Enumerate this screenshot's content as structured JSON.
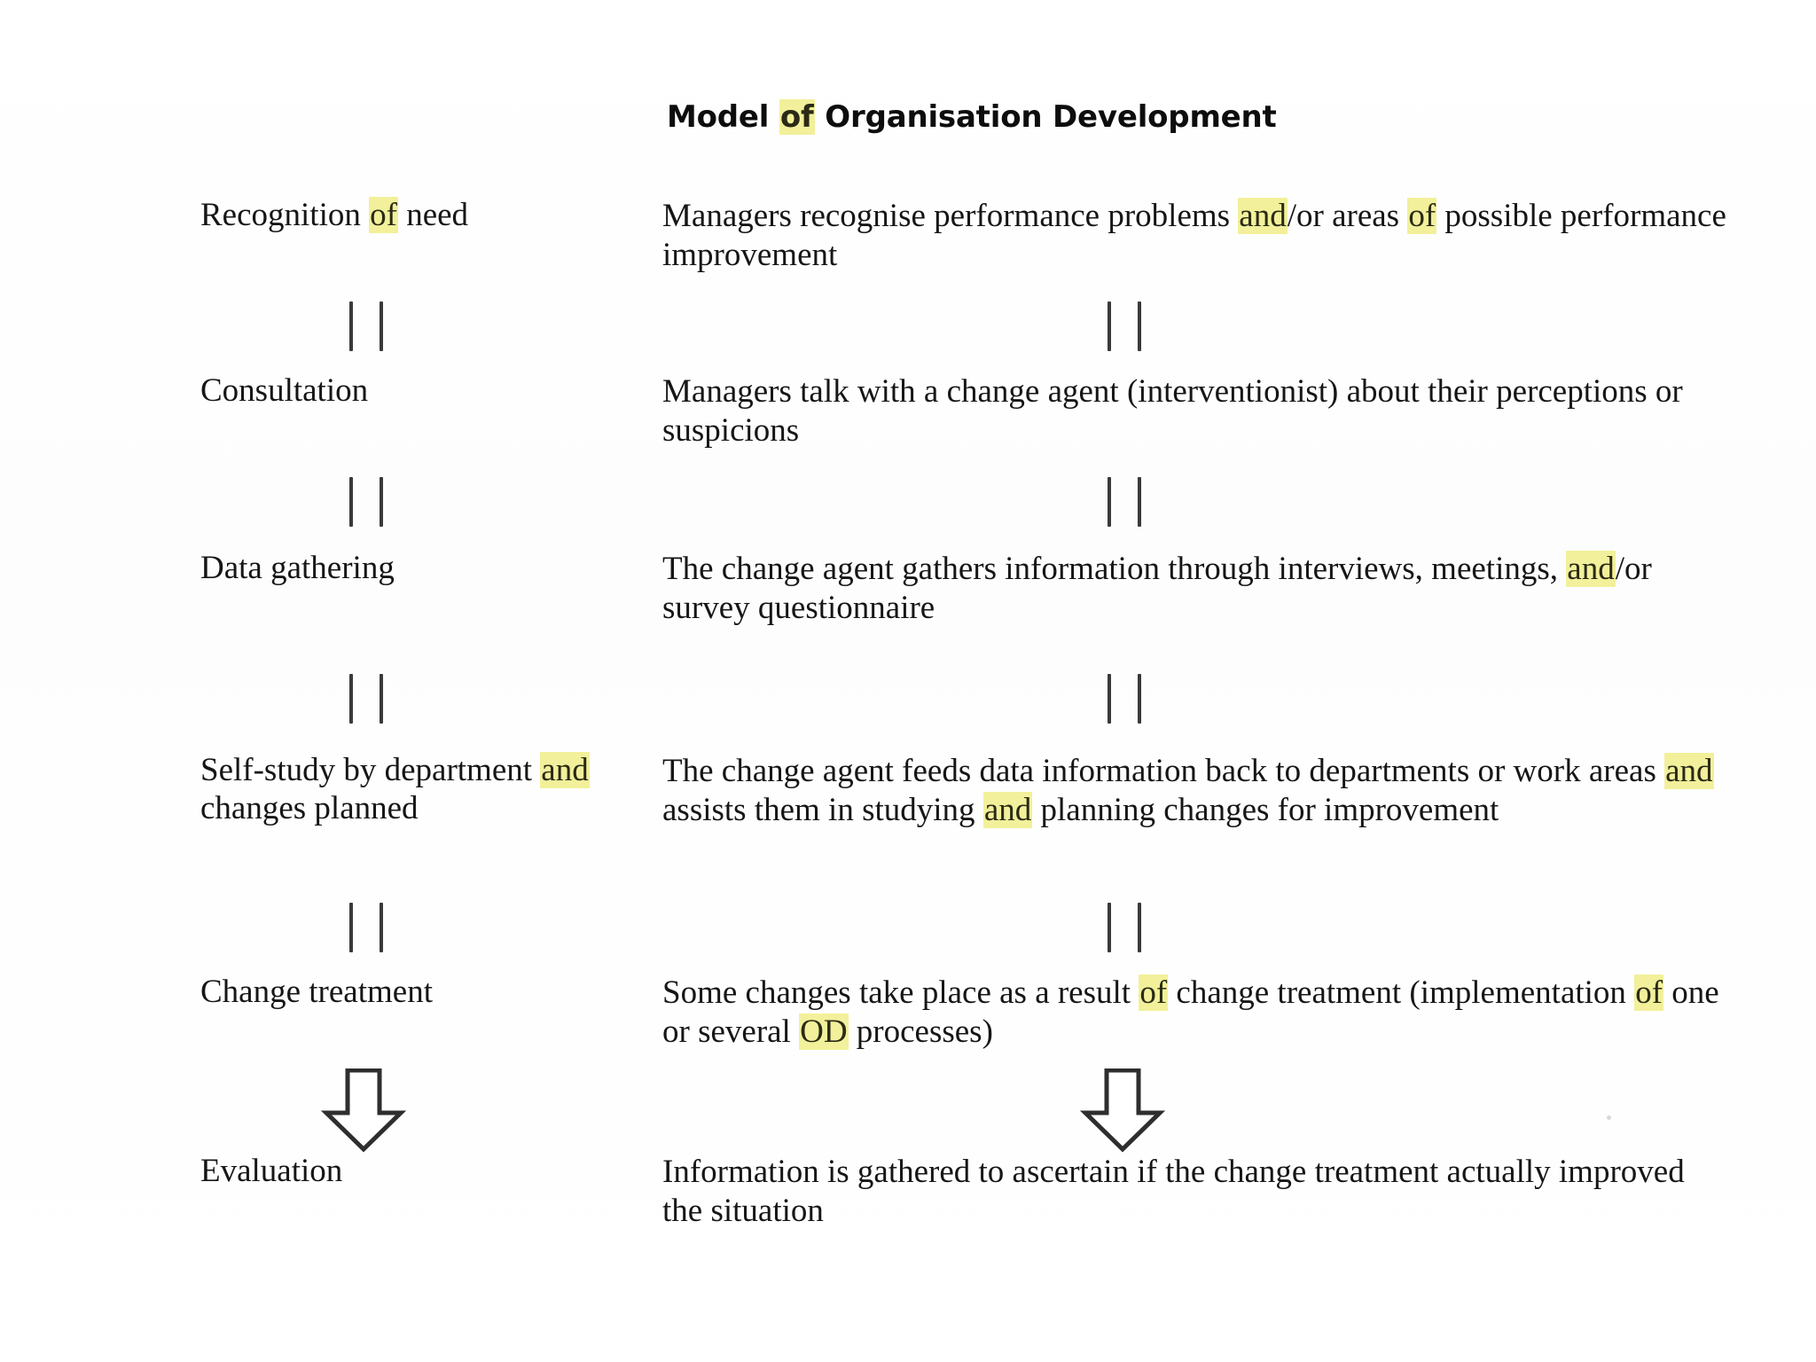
{
  "document": {
    "title": "Model of Organisation Development",
    "title_parts": [
      {
        "text": "Model ",
        "highlight": false
      },
      {
        "text": "of",
        "highlight": true
      },
      {
        "text": " Organisation Development",
        "highlight": false
      }
    ],
    "highlight_color": "#f2f09a",
    "text_color": "#161616",
    "background_color": "#ffffff"
  },
  "columns": {
    "stage_header": "",
    "description_header": ""
  },
  "connectors": {
    "line_style": "double-vertical-bar",
    "final_style": "block-down-arrow",
    "count_between_stages": 4,
    "arrow_count": 2
  },
  "stages": [
    {
      "id": "recognition-of-need",
      "stage_parts": [
        {
          "text": "Recognition ",
          "highlight": false
        },
        {
          "text": "of",
          "highlight": true
        },
        {
          "text": " need",
          "highlight": false
        }
      ],
      "stage_plain": "Recognition of need",
      "description_parts": [
        {
          "text": "Managers recognise performance problems ",
          "highlight": false
        },
        {
          "text": "and",
          "highlight": true
        },
        {
          "text": "/or areas ",
          "highlight": false
        },
        {
          "text": "of",
          "highlight": true
        },
        {
          "text": " possible performance improvement",
          "highlight": false
        }
      ],
      "description_plain": "Managers recognise performance problems and/or areas of possible performance improvement"
    },
    {
      "id": "consultation",
      "stage_parts": [
        {
          "text": "Consultation",
          "highlight": false
        }
      ],
      "stage_plain": "Consultation",
      "description_parts": [
        {
          "text": "Managers talk with a change agent (interventionist) about their perceptions or suspicions",
          "highlight": false
        }
      ],
      "description_plain": "Managers talk with a change agent (interventionist) about their perceptions or suspicions"
    },
    {
      "id": "data-gathering",
      "stage_parts": [
        {
          "text": "Data gathering",
          "highlight": false
        }
      ],
      "stage_plain": "Data gathering",
      "description_parts": [
        {
          "text": "The change agent gathers information through interviews, meetings, ",
          "highlight": false
        },
        {
          "text": "and",
          "highlight": true
        },
        {
          "text": "/or survey questionnaire",
          "highlight": false
        }
      ],
      "description_plain": "The change agent gathers information through interviews, meetings, and/or survey questionnaire"
    },
    {
      "id": "self-study-by-department",
      "stage_parts": [
        {
          "text": "Self-study by department ",
          "highlight": false
        },
        {
          "text": "and",
          "highlight": true
        },
        {
          "text": " changes planned",
          "highlight": false
        }
      ],
      "stage_plain": "Self-study by department and changes planned",
      "description_parts": [
        {
          "text": "The change agent feeds data information back to departments or work areas ",
          "highlight": false
        },
        {
          "text": "and",
          "highlight": true
        },
        {
          "text": " assists them in studying ",
          "highlight": false
        },
        {
          "text": "and",
          "highlight": true
        },
        {
          "text": " planning changes for improvement",
          "highlight": false
        }
      ],
      "description_plain": "The change agent feeds data information back to departments or work areas and assists them in studying and planning changes for improvement"
    },
    {
      "id": "change-treatment",
      "stage_parts": [
        {
          "text": "Change treatment",
          "highlight": false
        }
      ],
      "stage_plain": "Change treatment",
      "description_parts": [
        {
          "text": "Some changes take place as a result ",
          "highlight": false
        },
        {
          "text": "of",
          "highlight": true
        },
        {
          "text": " change treatment (implementation ",
          "highlight": false
        },
        {
          "text": "of",
          "highlight": true
        },
        {
          "text": " one or several ",
          "highlight": false
        },
        {
          "text": "OD",
          "highlight": true
        },
        {
          "text": " processes)",
          "highlight": false
        }
      ],
      "description_plain": "Some changes take place as a result of change treatment (implementation of one or several OD processes)"
    },
    {
      "id": "evaluation",
      "stage_parts": [
        {
          "text": "Evaluation",
          "highlight": false
        }
      ],
      "stage_plain": "Evaluation",
      "description_parts": [
        {
          "text": "Information is gathered to ascertain if the change treatment actually improved the situation",
          "highlight": false
        }
      ],
      "description_plain": "Information is gathered to ascertain if the change treatment actually improved the situation"
    }
  ]
}
